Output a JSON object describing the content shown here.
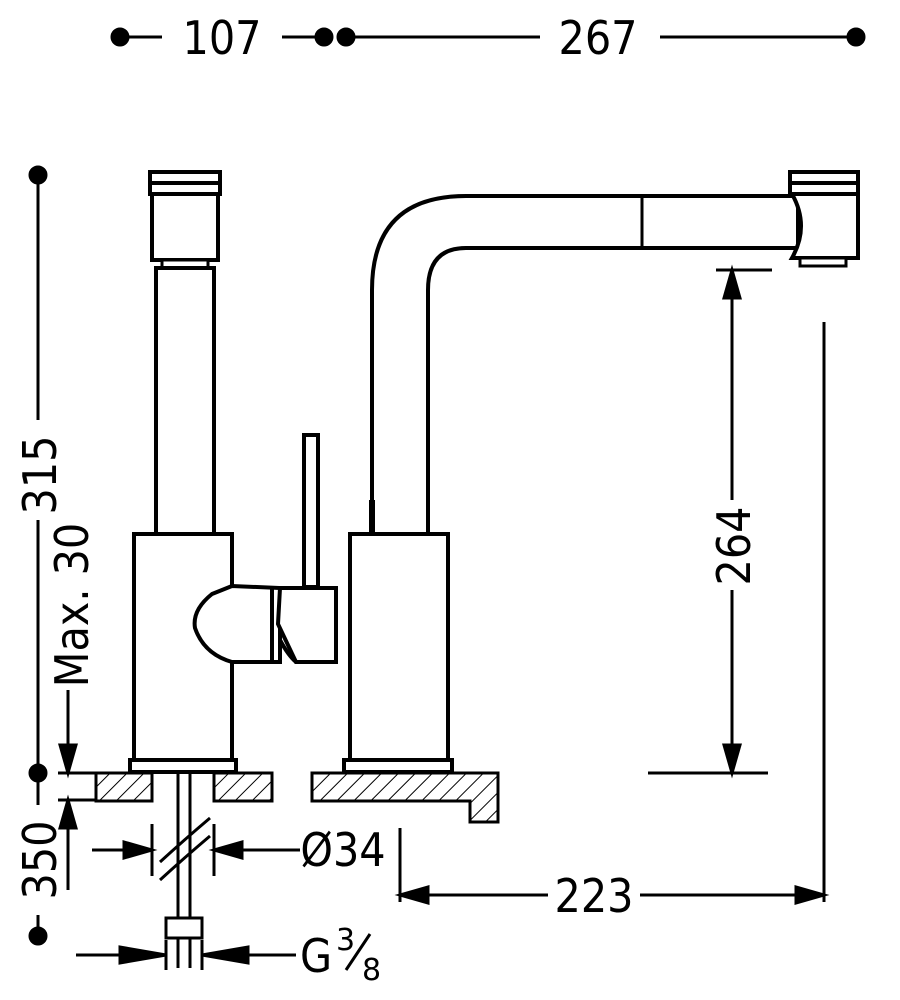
{
  "dimensions": {
    "top_left_width": "107",
    "top_right_width": "267",
    "total_height": "315",
    "max_thickness": "Max. 30",
    "hose_length": "350",
    "spout_height": "264",
    "hole_diameter": "Ø34",
    "spout_reach": "223",
    "thread_main": "G",
    "thread_num": "3",
    "thread_den": "8"
  },
  "colors": {
    "ink": "#000000",
    "fill": "#ffffff"
  }
}
